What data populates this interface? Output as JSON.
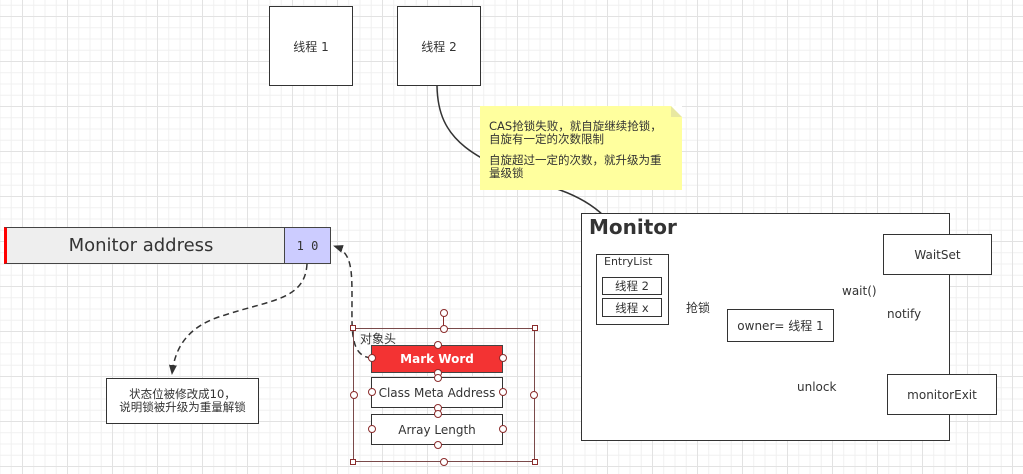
{
  "threads": {
    "thread1": "线程 1",
    "thread2": "线程 2"
  },
  "note": {
    "line1": "CAS抢锁失败，就自旋继续抢锁，",
    "line2": "自旋有一定的次数限制",
    "line3": "自旋超过一定的次数，就升级为重",
    "line4": "量级锁"
  },
  "markword_bar": {
    "address_label": "Monitor address",
    "flag_bits": "1 0"
  },
  "status_note": {
    "line1": "状态位被修改成10，",
    "line2": "说明锁被升级为重量解锁"
  },
  "object_header": {
    "title": "对象头",
    "fields": [
      "Mark Word",
      "Class Meta Address",
      "Array Length"
    ]
  },
  "monitor": {
    "title": "Monitor",
    "entry_list": {
      "title": "EntryList",
      "items": [
        "线程 2",
        "线程 x"
      ]
    },
    "owner": "owner= 线程 1",
    "wait_set": "WaitSet",
    "monitor_exit": "monitorExit",
    "edge_labels": {
      "grab_lock": "抢锁",
      "wait": "wait()",
      "notify": "notify",
      "unlock": "unlock"
    }
  },
  "colors": {
    "mark_word_fill": "#f33333",
    "flag_bits_fill": "#ccccff",
    "address_fill": "#eeeeee",
    "note_fill": "#ffff9e",
    "selection_handle": "#8b2c2c"
  }
}
